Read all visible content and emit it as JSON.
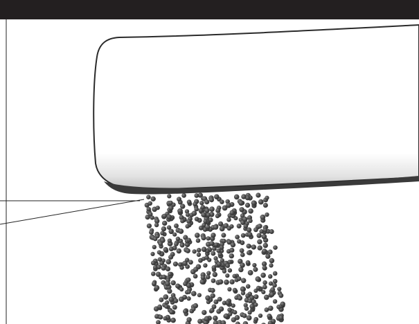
{
  "figure": {
    "elements": [
      "header-bar",
      "slab-block",
      "slab-underside-film",
      "particle-stream",
      "callout-lines",
      "left-border-line"
    ]
  },
  "colors": {
    "header_bar": "#231f20",
    "slab_fill": "#ffffff",
    "slab_outline": "#2a2a2a",
    "slab_shadow": "#cfcfcf",
    "film_dark": "#3a3a3a",
    "particle": "#4a4a4a",
    "particle_highlight": "#8a8a8a",
    "lines": "#222222"
  },
  "particles": {
    "count": 560,
    "seed": 7
  }
}
